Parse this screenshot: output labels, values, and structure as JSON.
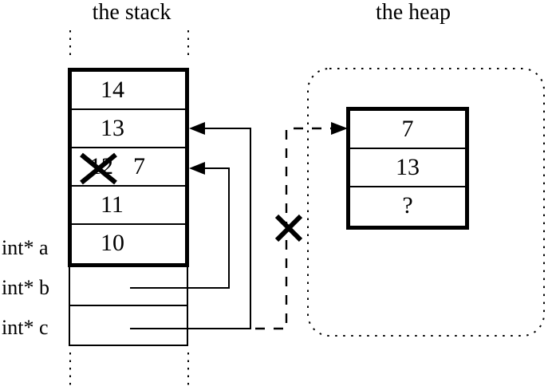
{
  "titles": {
    "stack": "the stack",
    "heap": "the heap"
  },
  "stack": {
    "rows": [
      {
        "value": "14"
      },
      {
        "value": "13"
      },
      {
        "value": "12",
        "crossed_out": true,
        "new_value": "7"
      },
      {
        "value": "11"
      },
      {
        "value": "10"
      }
    ]
  },
  "pointer_labels": {
    "a": "int* a",
    "b": "int* b",
    "c": "int* c"
  },
  "heap": {
    "rows": [
      "7",
      "13",
      "?"
    ]
  },
  "icons": {
    "arrowhead": "filled-triangle",
    "invalid-pointer-x": "✕",
    "strikethrough-x": "✕"
  },
  "colors": {
    "ink": "#000000",
    "background": "#ffffff"
  }
}
